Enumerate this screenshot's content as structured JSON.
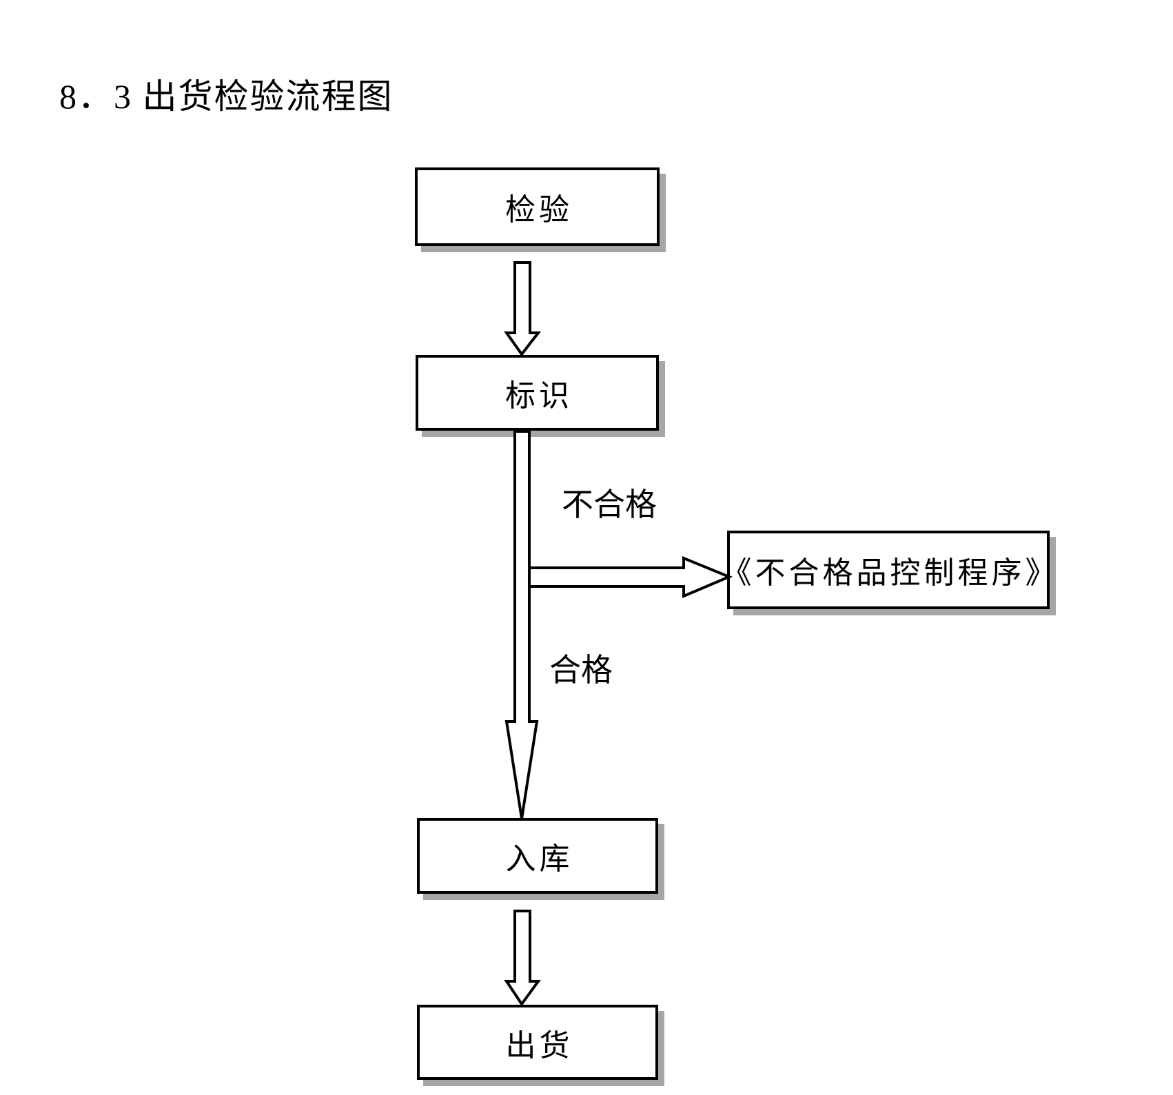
{
  "page": {
    "title": "8．3 出货检验流程图",
    "background": "#ffffff"
  },
  "flowchart": {
    "nodes": [
      {
        "id": "inspection",
        "label": "检验"
      },
      {
        "id": "identification",
        "label": "标识"
      },
      {
        "id": "ncr-procedure",
        "label": "《不合格品控制程序》"
      },
      {
        "id": "warehousing",
        "label": "入库"
      },
      {
        "id": "shipment",
        "label": "出货"
      }
    ],
    "edges": [
      {
        "from": "inspection",
        "to": "identification",
        "label": ""
      },
      {
        "from": "identification",
        "to": "ncr-procedure",
        "label": "不合格"
      },
      {
        "from": "identification",
        "to": "warehousing",
        "label": "合格"
      },
      {
        "from": "warehousing",
        "to": "shipment",
        "label": ""
      }
    ],
    "colors": {
      "line": "#000000",
      "node_fill": "#ffffff",
      "shadow": "#a6a6a6"
    }
  }
}
